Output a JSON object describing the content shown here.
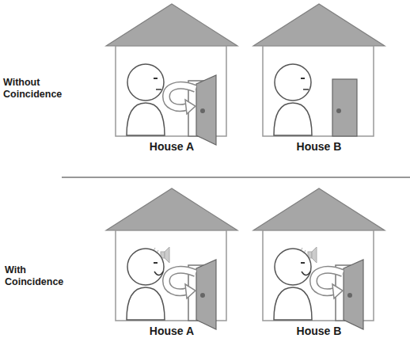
{
  "diagram": {
    "nodes": [
      {
        "text": [
          "House A"
        ]
      },
      {
        "text": [
          "House B"
        ]
      },
      {
        "text": [
          "House A"
        ]
      },
      {
        "text": [
          "House B"
        ]
      }
    ],
    "labels": [
      "Without Coincidence",
      "With Coincidence"
    ]
  }
}
